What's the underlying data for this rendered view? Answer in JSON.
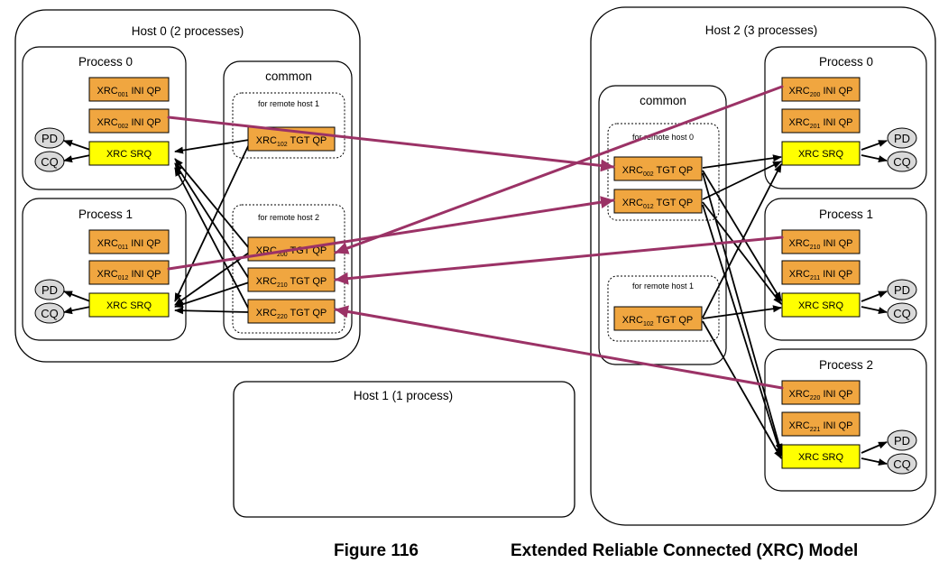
{
  "figure": {
    "number": "Figure 116",
    "title": "Extended Reliable Connected (XRC) Model"
  },
  "colors": {
    "qp_fill": "#f0a640",
    "srq_fill": "#ffff00",
    "resource_fill": "#d9d9d9",
    "remote_link": "#9b3266",
    "local_link": "#000000"
  },
  "hosts": {
    "host0": {
      "title": "Host 0 (2 processes)",
      "common_label": "common",
      "group_1_label": "for remote host 1",
      "group_2_label": "for remote host 2",
      "process0": {
        "title": "Process 0",
        "qp1": {
          "base": "XRC",
          "sub": "001",
          "rest": " INI QP"
        },
        "qp2": {
          "base": "XRC",
          "sub": "002",
          "rest": " INI QP"
        },
        "srq": "XRC SRQ",
        "pd": "PD",
        "cq": "CQ"
      },
      "process1": {
        "title": "Process 1",
        "qp1": {
          "base": "XRC",
          "sub": "011",
          "rest": " INI QP"
        },
        "qp2": {
          "base": "XRC",
          "sub": "012",
          "rest": " INI QP"
        },
        "srq": "XRC SRQ",
        "pd": "PD",
        "cq": "CQ"
      },
      "tgt_102": {
        "base": "XRC",
        "sub": "102",
        "rest": " TGT QP"
      },
      "tgt_200": {
        "base": "XRC",
        "sub": "200",
        "rest": " TGT QP"
      },
      "tgt_210": {
        "base": "XRC",
        "sub": "210",
        "rest": " TGT QP"
      },
      "tgt_220": {
        "base": "XRC",
        "sub": "220",
        "rest": " TGT QP"
      }
    },
    "host1": {
      "title": "Host 1 (1 process)"
    },
    "host2": {
      "title": "Host 2 (3 processes)",
      "common_label": "common",
      "group_0_label": "for remote host 0",
      "group_1_label": "for remote host 1",
      "tgt_002": {
        "base": "XRC",
        "sub": "002",
        "rest": " TGT QP"
      },
      "tgt_012": {
        "base": "XRC",
        "sub": "012",
        "rest": " TGT QP"
      },
      "tgt_102": {
        "base": "XRC",
        "sub": "102",
        "rest": " TGT QP"
      },
      "process0": {
        "title": "Process 0",
        "qp1": {
          "base": "XRC",
          "sub": "200",
          "rest": " INI QP"
        },
        "qp2": {
          "base": "XRC",
          "sub": "201",
          "rest": " INI QP"
        },
        "srq": "XRC SRQ",
        "pd": "PD",
        "cq": "CQ"
      },
      "process1": {
        "title": "Process 1",
        "qp1": {
          "base": "XRC",
          "sub": "210",
          "rest": " INI QP"
        },
        "qp2": {
          "base": "XRC",
          "sub": "211",
          "rest": " INI QP"
        },
        "srq": "XRC SRQ",
        "pd": "PD",
        "cq": "CQ"
      },
      "process2": {
        "title": "Process 2",
        "qp1": {
          "base": "XRC",
          "sub": "220",
          "rest": " INI QP"
        },
        "qp2": {
          "base": "XRC",
          "sub": "221",
          "rest": " INI QP"
        },
        "srq": "XRC SRQ",
        "pd": "PD",
        "cq": "CQ"
      }
    }
  }
}
